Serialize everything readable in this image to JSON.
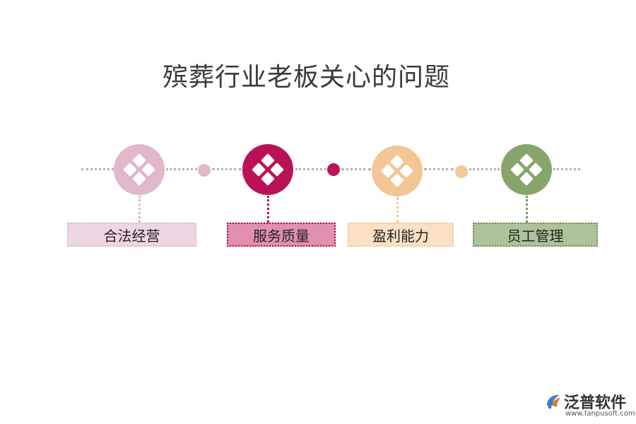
{
  "title": "殡葬行业老板关心的问题",
  "items": [
    {
      "label": "合法经营",
      "circle_color": "#e0b7cb",
      "box_bg": "#efd6e3",
      "box_border": "#dcbccc",
      "vline_color": "#d9b4c6",
      "icon": "four-diamonds-icon"
    },
    {
      "label": "服务质量",
      "circle_color": "#bb1257",
      "box_bg": "#e190b0",
      "box_border": "#a80e4e",
      "vline_color": "#a30f4d",
      "icon": "four-diamonds-icon"
    },
    {
      "label": "盈利能力",
      "circle_color": "#f2c795",
      "box_bg": "#fae1c6",
      "box_border": "#eec79b",
      "vline_color": "#eec79b",
      "icon": "four-diamonds-icon"
    },
    {
      "label": "员工管理",
      "circle_color": "#87a46a",
      "box_bg": "#adc39a",
      "box_border": "#6f8d53",
      "vline_color": "#7a9660",
      "icon": "four-diamonds-icon"
    }
  ],
  "connector_dots": [
    "#dfb8ca",
    "#b8155a",
    "#f2c99b"
  ],
  "logo": {
    "name": "泛普软件",
    "url": "www.fanpusoft.com",
    "icon": "fanpu-logo-icon"
  }
}
